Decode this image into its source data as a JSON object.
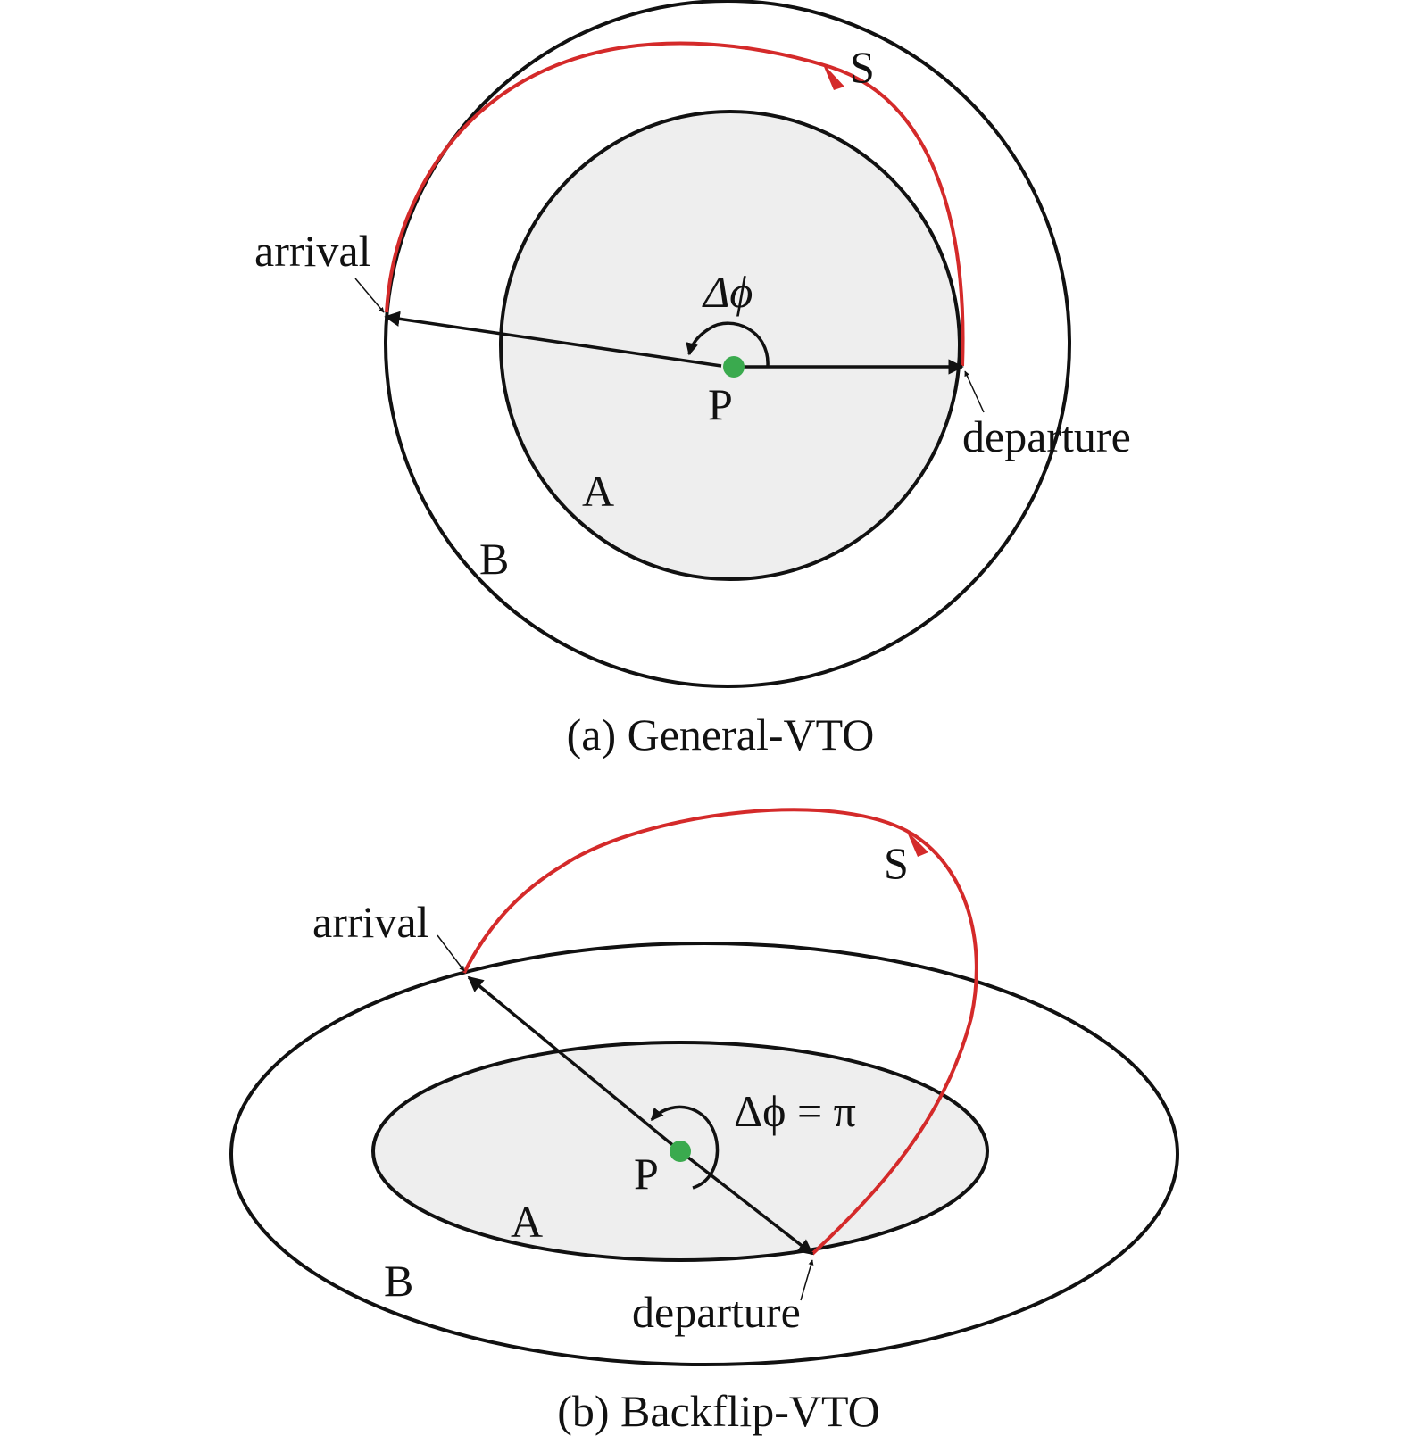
{
  "colors": {
    "trajectory": "#d42a2a",
    "planet": "#3aaa4e",
    "inner_fill": "#eeeeee",
    "line": "#111111"
  },
  "panel_a": {
    "label_s": "S",
    "label_arrival": "arrival",
    "label_departure": "departure",
    "label_angle": "Δϕ",
    "label_p": "P",
    "label_a": "A",
    "label_b": "B",
    "caption": "(a) General-VTO"
  },
  "panel_b": {
    "label_s": "S",
    "label_arrival": "arrival",
    "label_departure": "departure",
    "label_angle": "Δϕ = π",
    "label_p": "P",
    "label_a": "A",
    "label_b": "B",
    "caption": "(b) Backflip-VTO"
  }
}
